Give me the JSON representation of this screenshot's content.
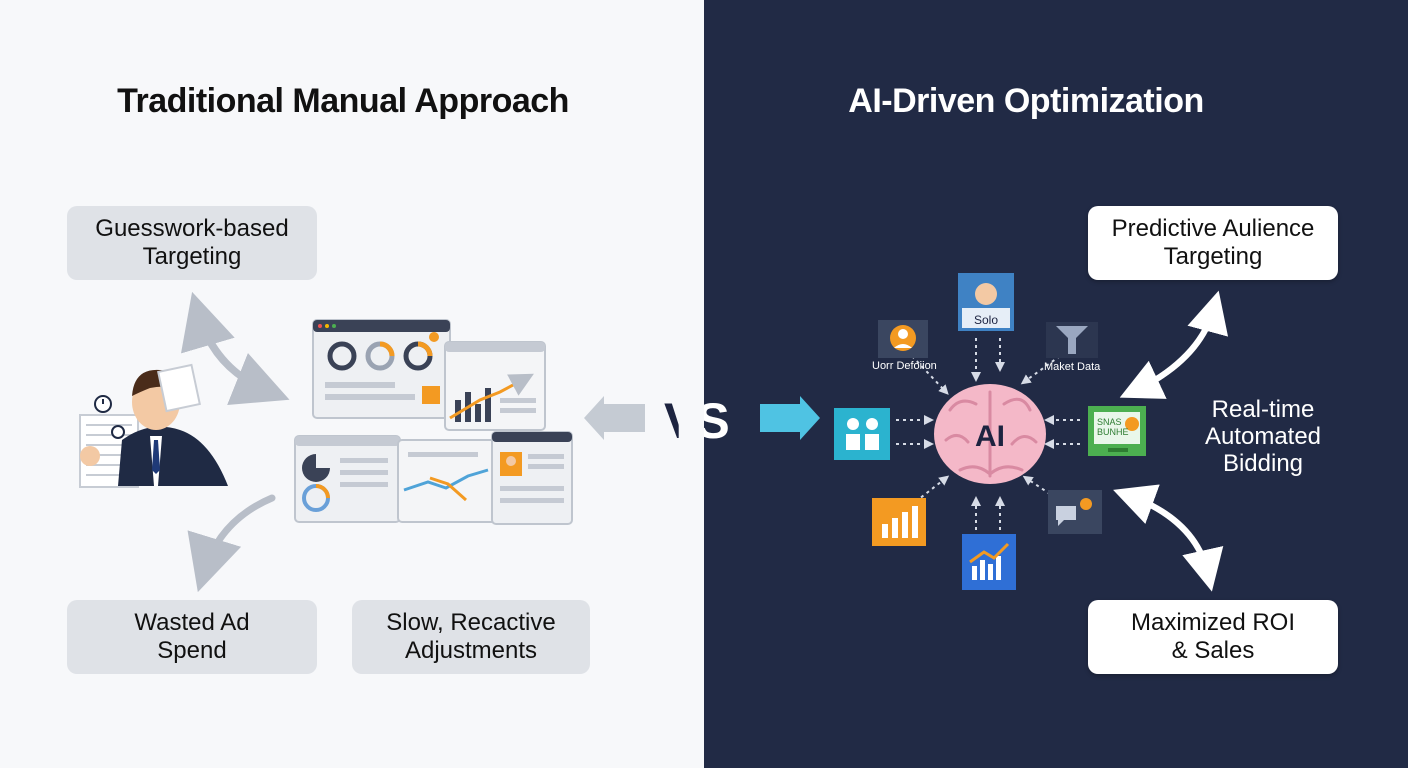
{
  "left": {
    "title": "Traditional Manual Approach",
    "boxes": {
      "guesswork": [
        "Guesswork-based",
        "Targeting"
      ],
      "wasted": [
        "Wasted Ad",
        "Spend"
      ],
      "slow": [
        "Slow, Recactive",
        "Adjustments"
      ]
    }
  },
  "vs": "VS",
  "right": {
    "title": "AI-Driven Optimization",
    "boxes": {
      "predictive": [
        "Predictive Aulience",
        "Targeting"
      ],
      "roi": [
        "Maximized ROI",
        "& Sales"
      ]
    },
    "side_text": [
      "Real-time",
      "Automated",
      "Bidding"
    ],
    "hub": {
      "center": "AI",
      "nodes": {
        "top": "Solo",
        "user": "Uorr Defoiion",
        "market": "Maket Data",
        "screen": "SNAS BUNHE"
      }
    }
  },
  "colors": {
    "left_bg": "#f7f8fa",
    "right_bg": "#212a45",
    "grey_box": "#dfe2e7",
    "accent_cyan": "#4fc3e3",
    "accent_orange": "#f39a22",
    "brain_pink": "#f4b8c8"
  }
}
